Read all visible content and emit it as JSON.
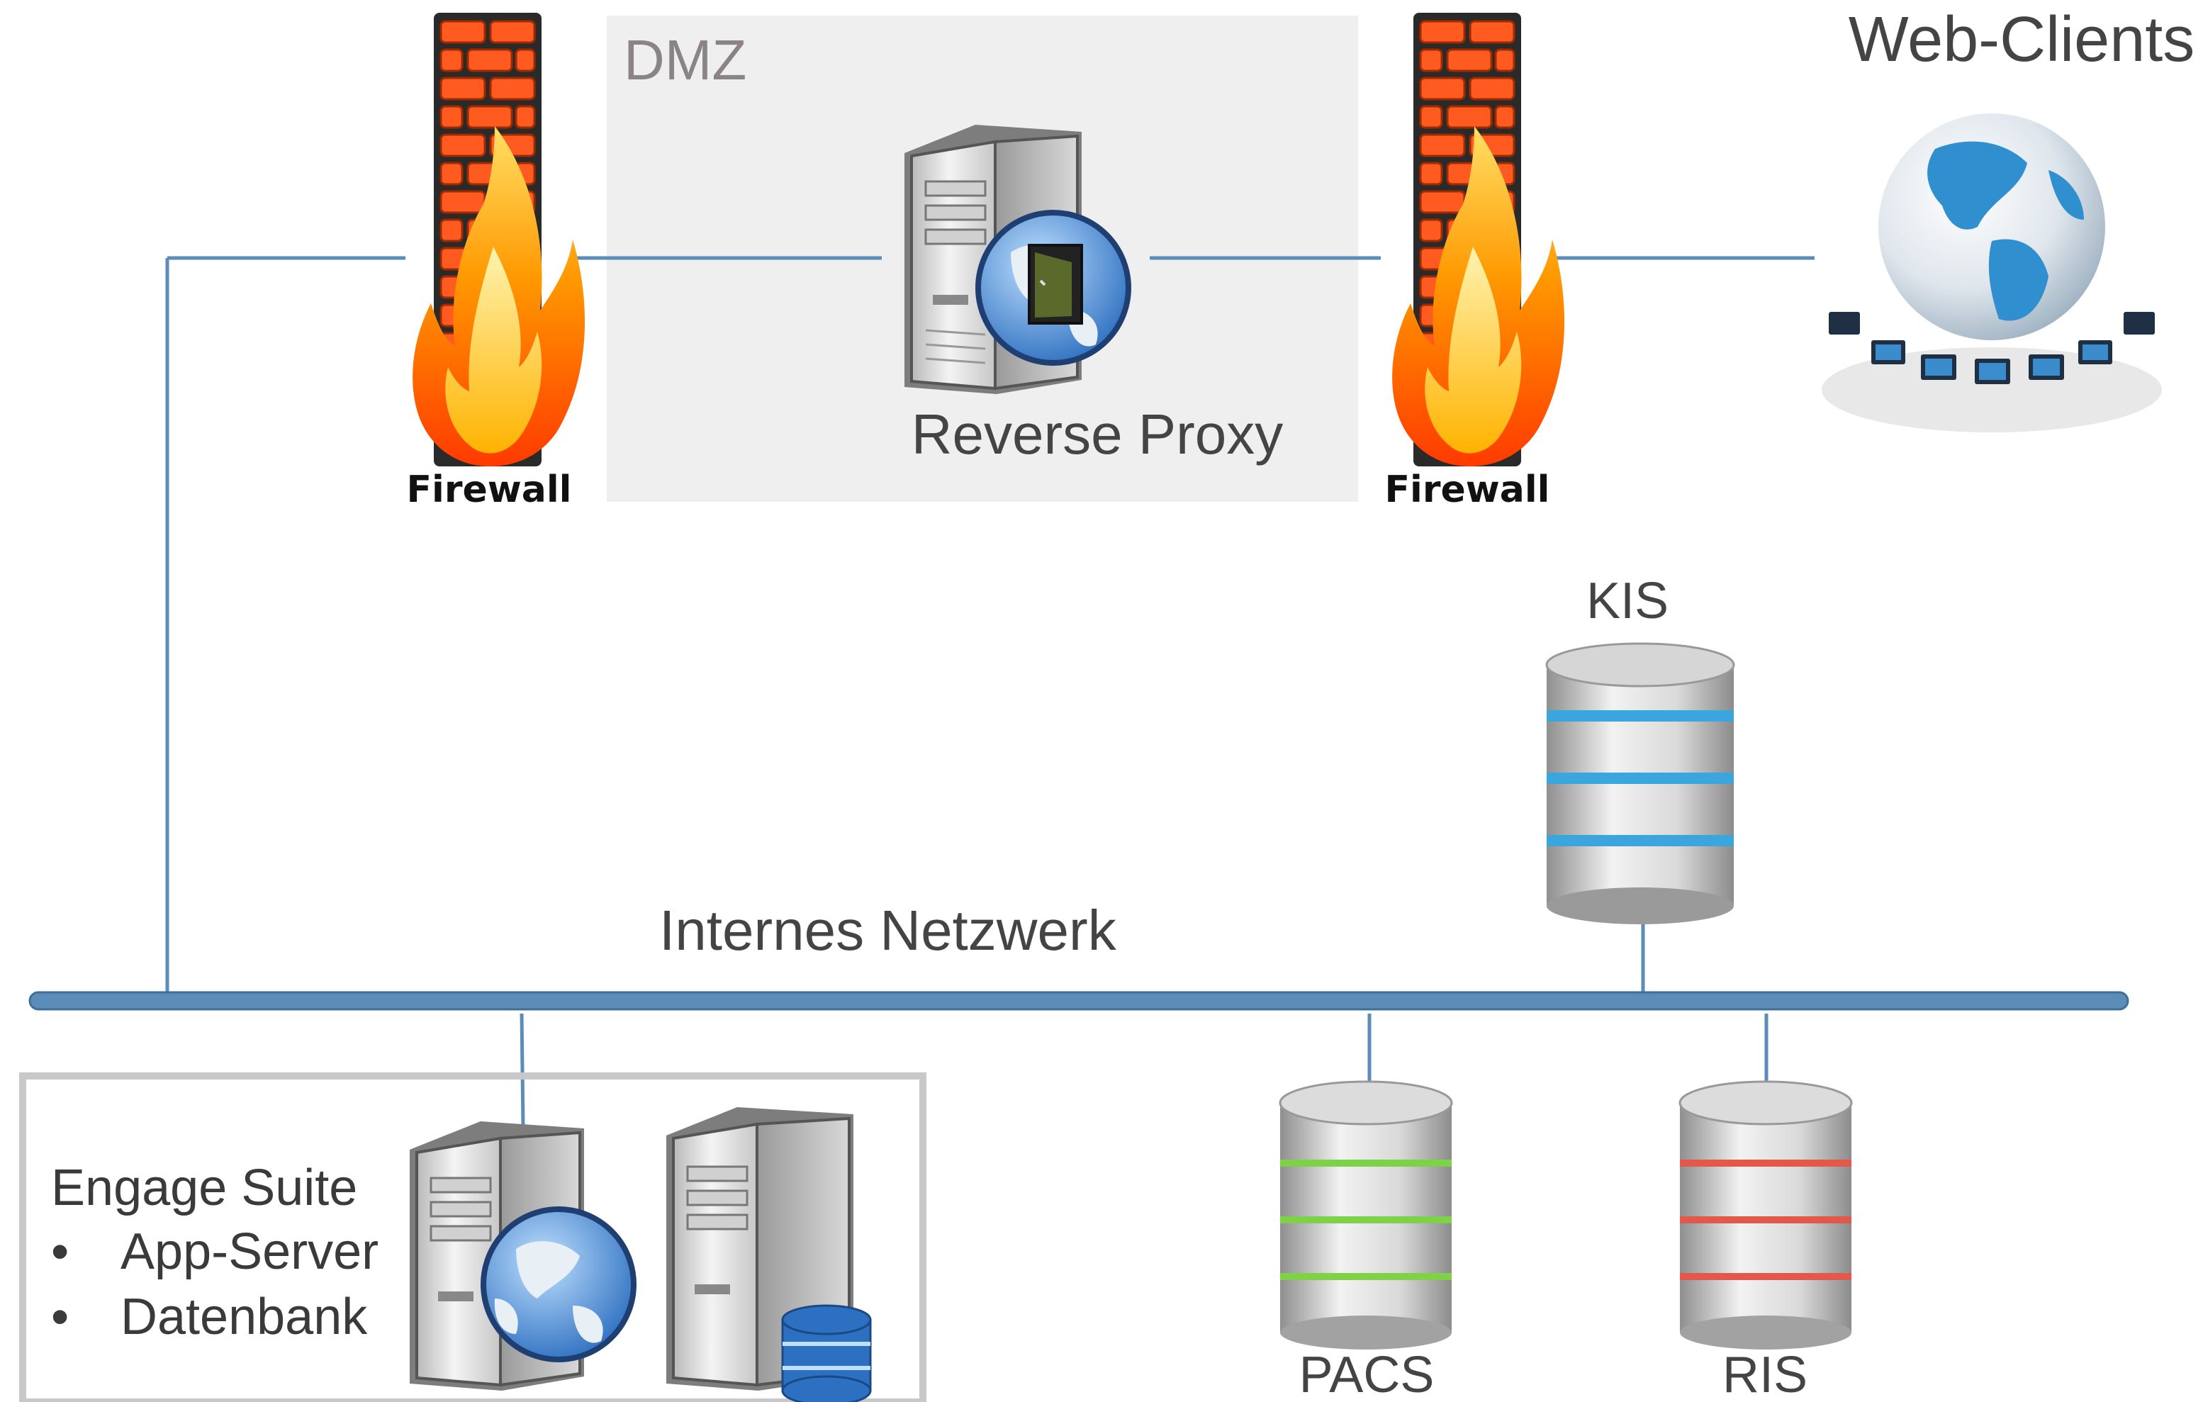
{
  "zones": {
    "dmz_label": "DMZ",
    "internal_network_label": "Internes Netzwerk"
  },
  "nodes": {
    "firewall_left": "Firewall",
    "firewall_right": "Firewall",
    "reverse_proxy": "Reverse Proxy",
    "web_clients": "Web-Clients",
    "kis": "KIS",
    "pacs": "PACS",
    "ris": "RIS"
  },
  "engage_suite": {
    "title": "Engage Suite",
    "items": [
      "App-Server",
      "Datenbank"
    ],
    "bullet": "•"
  },
  "colors": {
    "connection_line": "#5b8db8",
    "dmz_background": "#efefef",
    "engage_border": "#c8c8c8",
    "kis_band": "#3aa6dc",
    "pacs_band": "#7fd148",
    "ris_band": "#e2584a"
  },
  "icons": [
    "firewall-icon",
    "server-globe-icon",
    "globe-network-icon",
    "database-icon",
    "server-database-icon"
  ]
}
